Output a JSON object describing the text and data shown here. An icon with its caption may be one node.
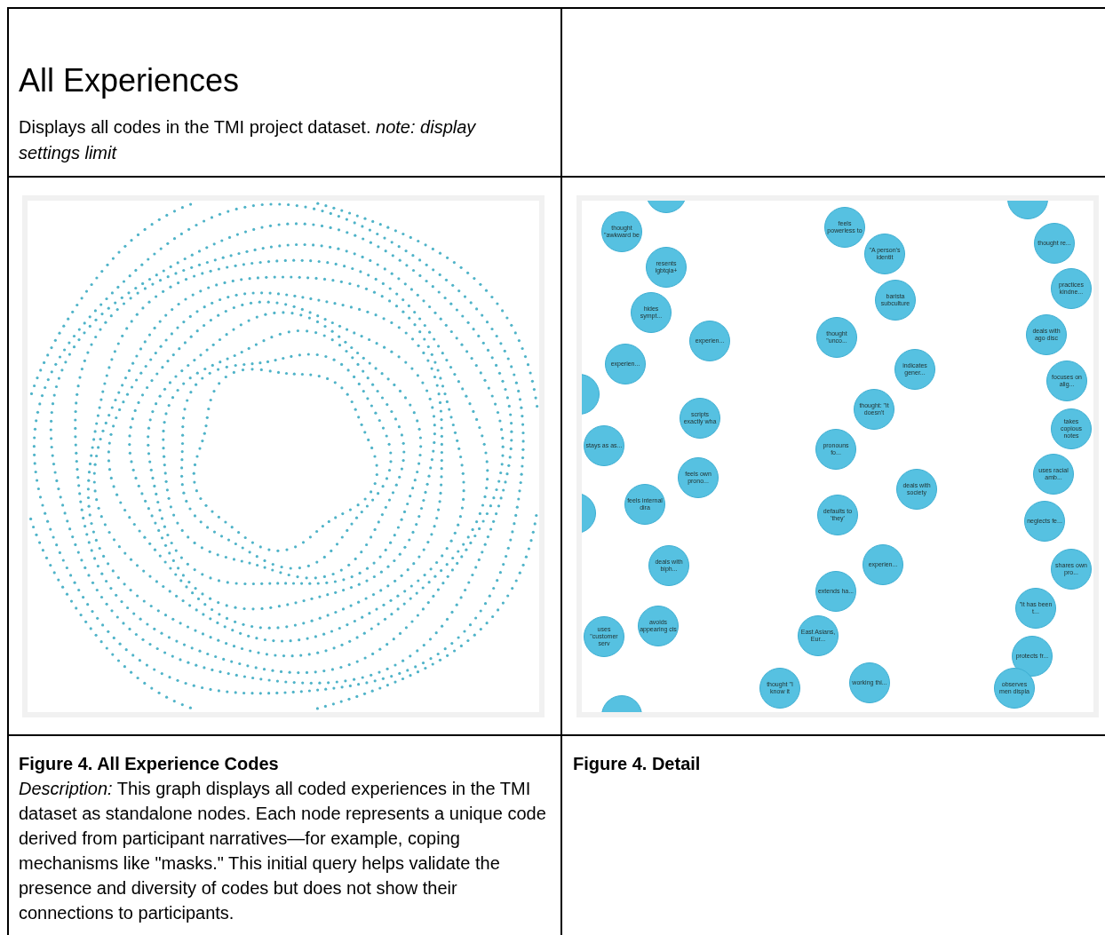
{
  "diagram": {
    "title": "All Experiences",
    "nodes": [
      {
        "text": [],
        "shape": "circle"
      },
      {
        "text": [],
        "shape": "circle"
      },
      {
        "text": [
          "feels powerless to"
        ]
      },
      {
        "text": [
          "thought \"awkward be"
        ]
      },
      {
        "text": [
          "thought re..."
        ]
      },
      {
        "text": [
          "\"A person's identit"
        ]
      },
      {
        "text": [
          "resents lgbtqia+"
        ]
      },
      {
        "text": [
          "practices kindne..."
        ]
      },
      {
        "text": [
          "barista subculture"
        ]
      },
      {
        "text": [
          "hides sympt..."
        ]
      },
      {
        "text": [
          "deals with ago disc"
        ]
      },
      {
        "text": [
          "thought \"unco..."
        ]
      },
      {
        "text": [
          "experien..."
        ]
      },
      {
        "text": [
          "experien..."
        ]
      },
      {
        "text": [
          "indicates gener..."
        ]
      },
      {
        "text": [
          "focuses on alig..."
        ]
      },
      {
        "text": [],
        "shape": "circle"
      },
      {
        "text": [
          "thought: \"it doesn't"
        ]
      },
      {
        "text": [
          "scripts exactly wha"
        ]
      },
      {
        "text": [
          "takes copious notes"
        ]
      },
      {
        "text": [
          "stays as as..."
        ]
      },
      {
        "text": [
          "pronouns fo..."
        ]
      },
      {
        "text": [
          "uses racial amb..."
        ]
      },
      {
        "text": [
          "feels own prono..."
        ]
      },
      {
        "text": [
          "deals with society"
        ]
      },
      {
        "text": [
          "feels internal dira"
        ]
      },
      {
        "text": [],
        "shape": "circle"
      },
      {
        "text": [
          "defaults to 'they'"
        ]
      },
      {
        "text": [
          "neglects fe..."
        ]
      },
      {
        "text": [
          "experien..."
        ]
      },
      {
        "text": [
          "deals with biph..."
        ]
      },
      {
        "text": [
          "shares own pro..."
        ]
      },
      {
        "text": [
          "extends ha..."
        ]
      },
      {
        "text": [
          "\"it has been t..."
        ]
      },
      {
        "text": [
          "avoids appearing cis"
        ]
      },
      {
        "text": [
          "East Asians, Eur..."
        ]
      },
      {
        "text": [
          "uses \"customer serv"
        ]
      },
      {
        "text": [
          "protects fr..."
        ]
      },
      {
        "text": [
          "working thi..."
        ]
      },
      {
        "text": [
          "thought \"I know it"
        ]
      },
      {
        "text": [
          "observes men displa"
        ]
      },
      {
        "text": [],
        "shape": "circle"
      }
    ],
    "labels": [
      "Displays all codes in the TMI project dataset. *note: display settings limit*",
      "Figure 4. All Experience Codes",
      "*Description:* This graph displays all coded experiences in the TMI dataset as standalone nodes. Each node represents a unique code derived from participant narratives—for example, coping mechanisms like \"masks.\" This initial query helps validate the presence and diversity of codes but does not show their connections to participants.",
      "Figure 4. Detail"
    ]
  }
}
